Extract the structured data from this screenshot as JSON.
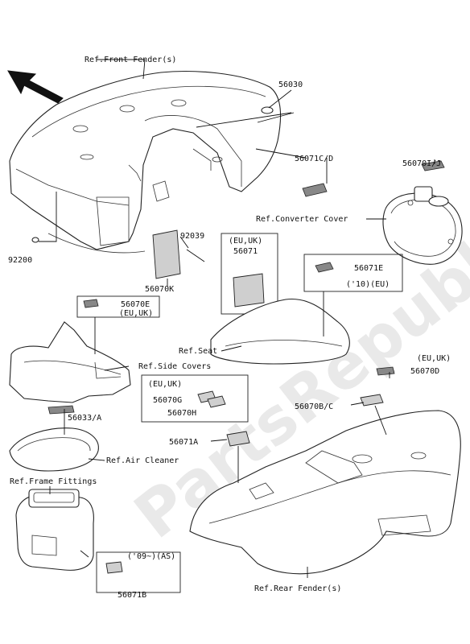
{
  "watermark": "PartsRepublik",
  "labels": {
    "ref_front_fender": "Ref.Front Fender(s)",
    "p56030": "56030",
    "p56071cd": "56071C/D",
    "p56070ij": "56070I/J",
    "ref_converter_cover": "Ref.Converter Cover",
    "p92039": "92039",
    "p92200": "92200",
    "p56070k": "56070K",
    "eu_uk_1": "(EU,UK)",
    "p56071": "56071",
    "p56071e": "56071E",
    "note_10eu": "('10)(EU)",
    "p56070e": "56070E",
    "eu_uk_2": "(EU,UK)",
    "ref_seat": "Ref.Seat",
    "ref_side_covers": "Ref.Side Covers",
    "eu_uk_3": "(EU,UK)",
    "p56070d": "56070D",
    "eu_uk_4": "(EU,UK)",
    "p56070g": "56070G",
    "p56070h": "56070H",
    "p56033a": "56033/A",
    "p56070bc": "56070B/C",
    "p56071a": "56071A",
    "ref_air_cleaner": "Ref.Air Cleaner",
    "ref_frame_fittings": "Ref.Frame Fittings",
    "note_09as": "('09~)(AS)",
    "p56071b": "56071B",
    "ref_rear_fender": "Ref.Rear Fender(s)"
  },
  "colors": {
    "line": "#222222",
    "decal_fill": "#cfcfcf",
    "watermark": "#e9e9e9"
  }
}
